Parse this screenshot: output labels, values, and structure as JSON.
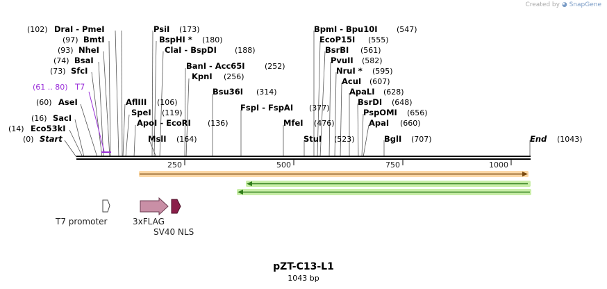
{
  "credit": {
    "prefix": "Created by",
    "brand": "SnapGene",
    "icon": "snapgene-logo-icon"
  },
  "plasmid": {
    "name": "pZT-C13-L1",
    "length_label": "1043 bp",
    "length": 1043
  },
  "colors": {
    "backbone": "#000000",
    "t7_primer": "#9b30d9",
    "orange_feature": "#f2a33a",
    "green_feature": "#2f7d1a",
    "t7_promoter": "#ffffff",
    "flag": "#c98fa6",
    "nls": "#8b1f4a"
  },
  "sites": [
    {
      "pos": "(0)",
      "name": "Start",
      "italic": true
    },
    {
      "pos": "(14)",
      "name": "Eco53kI"
    },
    {
      "pos": "(16)",
      "name": "SacI"
    },
    {
      "pos": "(60)",
      "name": "AseI"
    },
    {
      "pos": "(73)",
      "name": "SfcI"
    },
    {
      "pos": "(74)",
      "name": "BsaI"
    },
    {
      "pos": "(93)",
      "name": "NheI"
    },
    {
      "pos": "(97)",
      "name": "BmtI"
    },
    {
      "pos": "(102)",
      "name": "DraI - PmeI"
    },
    {
      "pos": "(106)",
      "name": "AflIII"
    },
    {
      "pos": "(119)",
      "name": "SpeI"
    },
    {
      "pos": "(136)",
      "name": "ApoI - EcoRI"
    },
    {
      "pos": "(164)",
      "name": "MslI"
    },
    {
      "pos": "(173)",
      "name": "PsiI"
    },
    {
      "pos": "(180)",
      "name": "BspHI *"
    },
    {
      "pos": "(188)",
      "name": "ClaI - BspDI"
    },
    {
      "pos": "(252)",
      "name": "BanI - Acc65I"
    },
    {
      "pos": "(256)",
      "name": "KpnI"
    },
    {
      "pos": "(314)",
      "name": "Bsu36I"
    },
    {
      "pos": "(377)",
      "name": "FspI - FspAI"
    },
    {
      "pos": "(476)",
      "name": "MfeI"
    },
    {
      "pos": "(523)",
      "name": "StuI"
    },
    {
      "pos": "(547)",
      "name": "BpmI - Bpu10I"
    },
    {
      "pos": "(555)",
      "name": "EcoP15I"
    },
    {
      "pos": "(561)",
      "name": "BsrBI"
    },
    {
      "pos": "(582)",
      "name": "PvuII"
    },
    {
      "pos": "(595)",
      "name": "NruI *"
    },
    {
      "pos": "(607)",
      "name": "AcuI"
    },
    {
      "pos": "(628)",
      "name": "ApaLI"
    },
    {
      "pos": "(648)",
      "name": "BsrDI"
    },
    {
      "pos": "(656)",
      "name": "PspOMI"
    },
    {
      "pos": "(660)",
      "name": "ApaI"
    },
    {
      "pos": "(707)",
      "name": "BglI"
    },
    {
      "pos": "(1043)",
      "name": "End",
      "italic": true
    }
  ],
  "primer": {
    "range": "(61 .. 80)",
    "name": "T7"
  },
  "axis_ticks": [
    "250",
    "500",
    "750",
    "1000"
  ],
  "features": {
    "t7_promoter": "T7 promoter",
    "flag": "3xFLAG",
    "nls": "SV40 NLS"
  }
}
